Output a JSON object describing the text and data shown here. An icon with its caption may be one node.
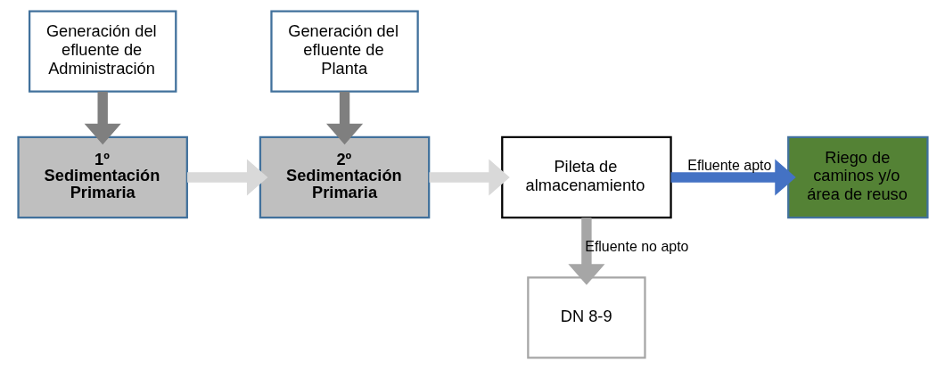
{
  "diagram": {
    "nodes": [
      {
        "text": [
          "Generación del efluente de Administración"
        ]
      },
      {
        "text": [
          "Generación del efluente de Planta"
        ]
      },
      {
        "text": [
          "1º Sedimentación Primaria"
        ]
      },
      {
        "text": [
          "2º Sedimentación Primaria"
        ]
      },
      {
        "text": [
          "Pileta de almacenamiento"
        ]
      },
      {
        "text": [
          "Riego de caminos y/o área de reuso"
        ]
      },
      {
        "text": [
          "DN 8-9"
        ]
      }
    ],
    "edges": [
      {
        "from": 0,
        "to": 2,
        "arrow": "to",
        "color": "#7f7f7f"
      },
      {
        "from": 1,
        "to": 3,
        "arrow": "to",
        "color": "#7f7f7f"
      },
      {
        "from": 2,
        "to": 3,
        "arrow": "to",
        "color": "#d9d9d9"
      },
      {
        "from": 3,
        "to": 4,
        "arrow": "to",
        "color": "#d9d9d9"
      },
      {
        "from": 4,
        "to": 5,
        "arrow": "to",
        "label": "Efluente apto",
        "color": "#4472c4"
      },
      {
        "from": 4,
        "to": 6,
        "arrow": "to",
        "label": "Efluente no apto",
        "color": "#a6a6a6"
      }
    ]
  }
}
